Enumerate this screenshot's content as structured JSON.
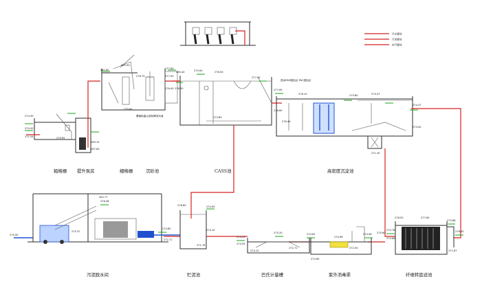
{
  "captions": {
    "coarse_screen": "粗格栅",
    "lift_pump": "提升泵房",
    "fine_screen": "细格栅",
    "grit_chamber": "沉砂池",
    "cass": "CASS池",
    "high_density_sed": "高密度沉淀池",
    "sludge_dewater": "污泥脱水间",
    "sludge_tank": "贮泥池",
    "parshall_flume": "巴氏计量槽",
    "uv_disinfect": "紫外消毒渠",
    "fiber_filter": "纤维转盘滤池"
  },
  "legend": {
    "water_line": "污水管线",
    "sludge_line": "污泥管线",
    "gas_line": "空气管线"
  },
  "labels": {
    "fine_note": "基础标高以实际情况为准",
    "sed_note": "进水PAM投加点 PAC投加点"
  },
  "elevations": {
    "e1": "274.35",
    "e2": "274.20",
    "e3": "271.54",
    "e4": "270.95",
    "e5": "269.15",
    "e6": "267.60",
    "e7": "281.60",
    "e8": "282.40",
    "e9": "278.75",
    "e10": "277.90",
    "e11": "276.45",
    "e12": "277.60",
    "e13": "280.40",
    "e14": "276.50",
    "e15": "279.00",
    "e16": "278.50",
    "e17": "277.50",
    "e18": "273.85",
    "e19": "277.65",
    "e20": "276.80",
    "e21": "276.10",
    "e22": "275.80",
    "e23": "274.37",
    "e24": "274.37",
    "e25": "276.38",
    "e26": "275.37",
    "e27": "275.00",
    "e28": "274.85",
    "e29": "272.71",
    "e30": "274.90",
    "e31": "274.10",
    "e32": "271.76",
    "e33": "275.55",
    "e34": "274.55",
    "e35": "274.12",
    "e36": "275.20",
    "e37": "272.71",
    "e38": "274.82",
    "e39": "272.85",
    "e40": "274.96",
    "e41": "274.96",
    "e42": "275.60",
    "e43": "275.76",
    "e44": "274.86",
    "e45": "282.77",
    "e46": "272.50",
    "e47": "278.50",
    "e48": "275.68",
    "e49": "271.87",
    "e50": "276.00",
    "e51": "277.60",
    "e52": "276.80",
    "e53": "279.80",
    "e54": "276.40",
    "e55": "273.00",
    "e56": "271.30"
  },
  "colors": {
    "water": "#d42020",
    "sludge": "#2050d0",
    "gas": "#18a018",
    "line": "#2a2a2a"
  }
}
